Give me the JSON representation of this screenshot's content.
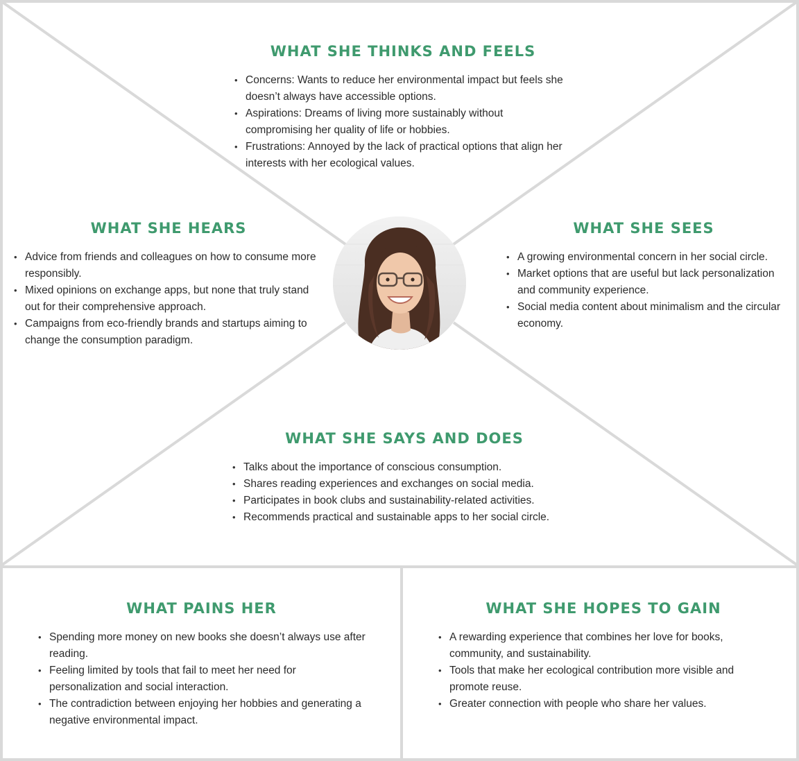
{
  "colors": {
    "heading": "#3f9a6e",
    "frame_lines": "#d9d9d9",
    "text": "#2b2b2b"
  },
  "thinks_feels": {
    "title": "WHAT SHE THINKS AND FEELS",
    "items": [
      "Concerns: Wants to reduce her environmental impact but feels she doesn’t always have accessible options.",
      "Aspirations: Dreams of living more sustainably without compromising her quality of life or hobbies.",
      "Frustrations: Annoyed by the lack of practical options that align her interests with her ecological values."
    ]
  },
  "hears": {
    "title": "WHAT SHE HEARS",
    "items": [
      "Advice from friends and colleagues on how to consume more responsibly.",
      "Mixed opinions on exchange apps, but none that truly stand out for their comprehensive approach.",
      "Campaigns from eco-friendly brands and startups aiming to change the consumption paradigm."
    ]
  },
  "sees": {
    "title": "WHAT SHE SEES",
    "items": [
      "A growing environmental concern in her social circle.",
      "Market options that are useful but lack personalization and community experience.",
      "Social media content about minimalism and the circular economy."
    ]
  },
  "says_does": {
    "title": "WHAT SHE SAYS AND DOES",
    "items": [
      "Talks about the importance of conscious consumption.",
      "Shares reading experiences and exchanges on social media.",
      "Participates in book clubs and sustainability-related activities.",
      "Recommends practical and sustainable apps to her social circle."
    ]
  },
  "pains": {
    "title": "WHAT PAINS HER",
    "items": [
      "Spending more money on new books she doesn’t always use after reading.",
      "Feeling limited by tools that fail to meet her need for personalization and social interaction.",
      "The contradiction between enjoying her hobbies and generating a negative environmental impact."
    ]
  },
  "gains": {
    "title": "WHAT SHE HOPES TO GAIN",
    "items": [
      "A rewarding experience that combines her love for books, community, and sustainability.",
      "Tools that make her ecological contribution more visible and promote reuse.",
      "Greater connection with people who share her values."
    ]
  },
  "avatar": {
    "icon": "persona-portrait"
  }
}
